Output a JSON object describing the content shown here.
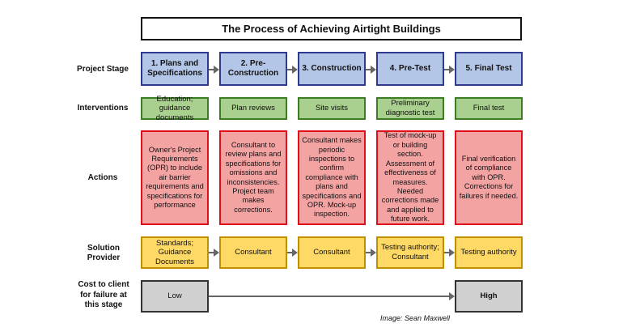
{
  "title": "The Process of Achieving Airtight Buildings",
  "row_labels": {
    "stage": "Project Stage",
    "interventions": "Interventions",
    "actions": "Actions",
    "solution": "Solution Provider",
    "cost": "Cost to client for failure at this stage"
  },
  "stages": [
    "1. Plans and Specifications",
    "2. Pre-Construction",
    "3. Construction",
    "4. Pre-Test",
    "5. Final Test"
  ],
  "interventions": [
    "Education; guidance documents",
    "Plan reviews",
    "Site visits",
    "Preliminary diagnostic test",
    "Final test"
  ],
  "actions": [
    "Owner's Project Requirements (OPR) to include air barrier requirements and specifications for performance",
    "Consultant to review plans and specifications for omissions and inconsistencies. Project team makes corrections.",
    "Consultant makes periodic inspections to confirm compliance with plans and specifications and OPR. Mock-up inspection.",
    "Test of mock-up or building section. Assessment of effectiveness of measures. Needed corrections made and applied to future work.",
    "Final verification of compliance with OPR. Corrections for failures if needed."
  ],
  "solution_providers": [
    "Standards; Guidance Documents",
    "Consultant",
    "Consultant",
    "Testing authority; Consultant",
    "Testing authority"
  ],
  "cost": {
    "low": "Low",
    "high": "High"
  },
  "credit": "Image: Sean Maxwell",
  "colors": {
    "stage_fill": "#b4c6e7",
    "stage_border": "#2f3a8f",
    "intervention_fill": "#a9d08e",
    "intervention_border": "#3a7d22",
    "action_fill": "#f4a3a3",
    "action_border": "#e0101a",
    "solution_fill": "#ffd966",
    "solution_border": "#bf9000",
    "cost_fill": "#d0d0d0"
  }
}
